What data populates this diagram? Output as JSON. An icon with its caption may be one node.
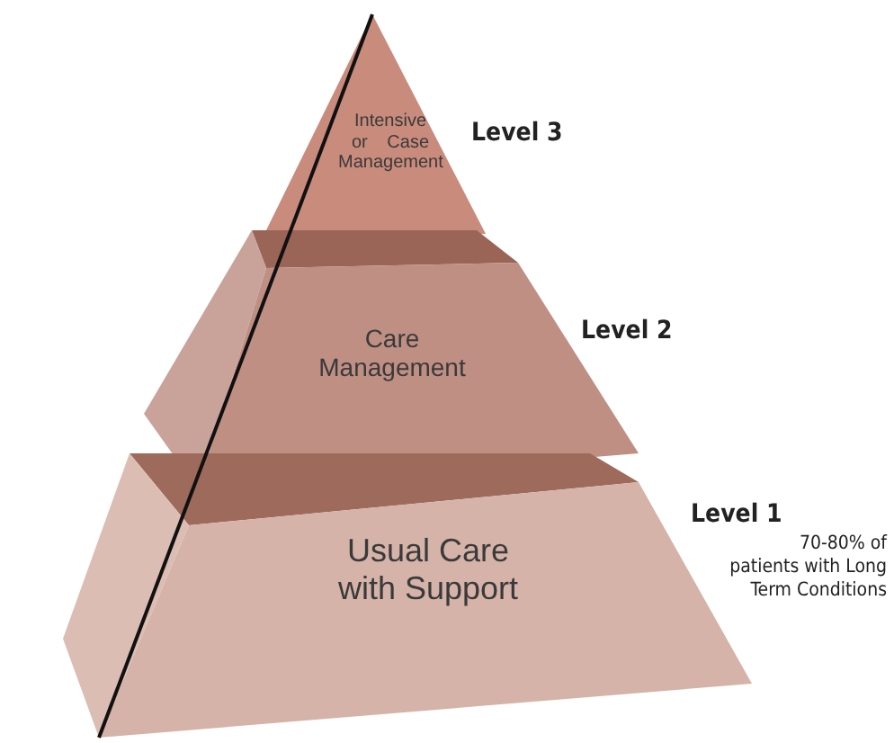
{
  "diagram": {
    "nodes": [
      {
        "text": [
          "Intensive or Case Management"
        ],
        "beside": [
          "Level 3"
        ]
      },
      {
        "text": [
          "Care Management"
        ],
        "beside": [
          "Level 2"
        ]
      },
      {
        "text": [
          "Usual Care with Support"
        ],
        "beside": [
          "Level 1",
          "70-80% of patients with Long Term Conditions"
        ]
      }
    ]
  }
}
